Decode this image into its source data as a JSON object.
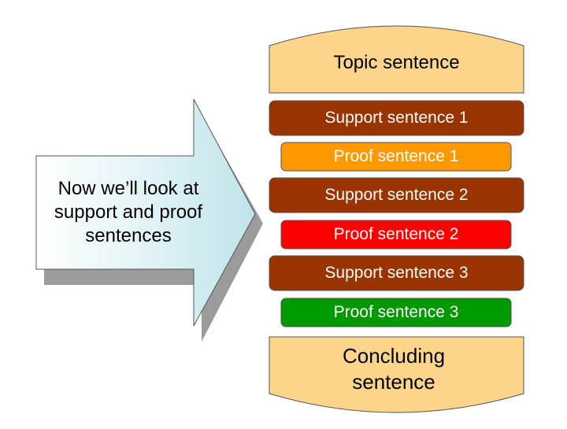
{
  "arrow": {
    "text": "Now we’ll look at support and proof sentences",
    "fill": "#cce8ee"
  },
  "topic": {
    "text": "Topic sentence",
    "fill": "#fcd58a"
  },
  "concluding": {
    "text": "Concluding sentence",
    "fill": "#fcd58a"
  },
  "bars": [
    {
      "text": "Support sentence 1",
      "fill": "#993300"
    },
    {
      "text": "Proof sentence 1",
      "fill": "#ff9900"
    },
    {
      "text": "Support sentence 2",
      "fill": "#993300"
    },
    {
      "text": "Proof sentence 2",
      "fill": "#ff0000"
    },
    {
      "text": "Support sentence 3",
      "fill": "#993300"
    },
    {
      "text": "Proof sentence 3",
      "fill": "#009900"
    }
  ]
}
